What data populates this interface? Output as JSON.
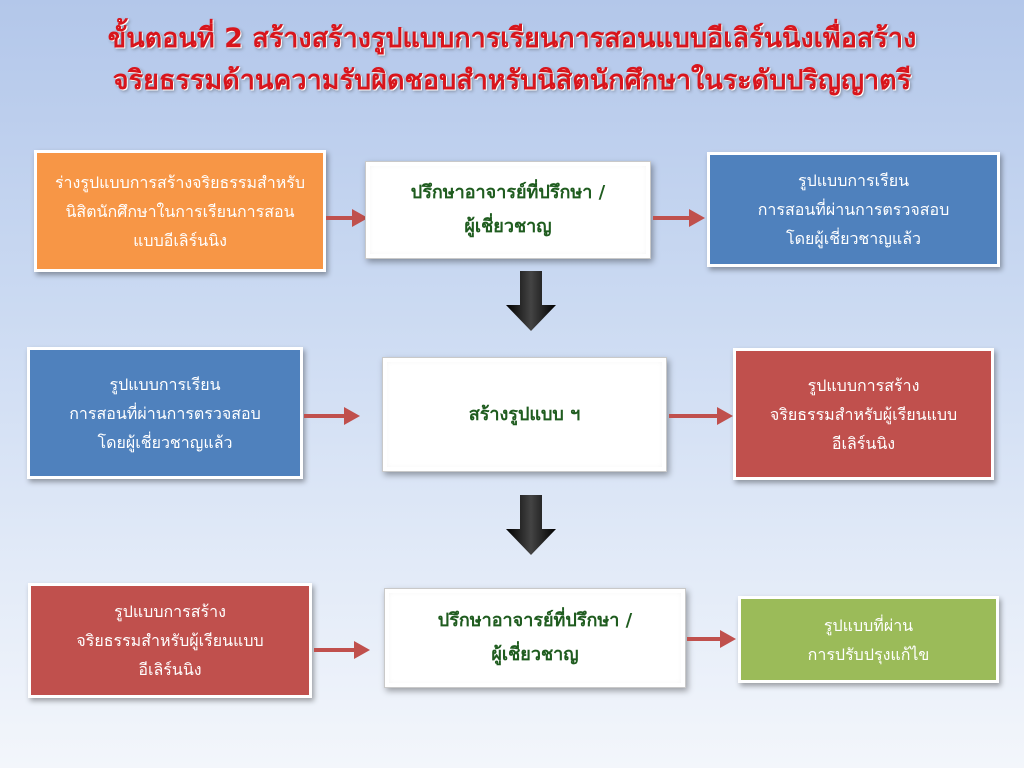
{
  "title": {
    "line1": "ขั้นตอนที่ 2 สร้างสร้างรูปแบบการเรียนการสอนแบบอีเลิร์นนิงเพื่อสร้าง",
    "line2": "จริยธรรมด้านความรับผิดชอบสำหรับนิสิตนักศึกษาในระดับปริญญาตรี"
  },
  "colors": {
    "title": "#d8151c",
    "orange": "#f79646",
    "blue": "#4f81bd",
    "red": "#c0504d",
    "green": "#9bbb59",
    "white_box_text": "#1f5c1f",
    "arrow": "#c0504d"
  },
  "rows": [
    {
      "left": [
        "ร่างรูปแบบการสร้างจริยธรรมสำหรับ",
        "นิสิตนักศึกษาในการเรียนการสอน",
        "แบบอีเลิร์นนิง"
      ],
      "center": [
        "ปรึกษาอาจารย์ที่ปรึกษา /",
        "ผู้เชี่ยวชาญ"
      ],
      "right": [
        "รูปแบบการเรียน",
        "การสอนที่ผ่านการตรวจสอบ",
        "โดยผู้เชี่ยวชาญแล้ว"
      ]
    },
    {
      "left": [
        "รูปแบบการเรียน",
        "การสอนที่ผ่านการตรวจสอบ",
        "โดยผู้เชี่ยวชาญแล้ว"
      ],
      "center": [
        "สร้างรูปแบบ ฯ"
      ],
      "right": [
        "รูปแบบการสร้าง",
        "จริยธรรมสำหรับผู้เรียนแบบ",
        "อีเลิร์นนิง"
      ]
    },
    {
      "left": [
        "รูปแบบการสร้าง",
        "จริยธรรมสำหรับผู้เรียนแบบ",
        "อีเลิร์นนิง"
      ],
      "center": [
        "ปรึกษาอาจารย์ที่ปรึกษา /",
        "ผู้เชี่ยวชาญ"
      ],
      "right": [
        "รูปแบบที่ผ่าน",
        "การปรับปรุงแก้ไข"
      ]
    }
  ]
}
